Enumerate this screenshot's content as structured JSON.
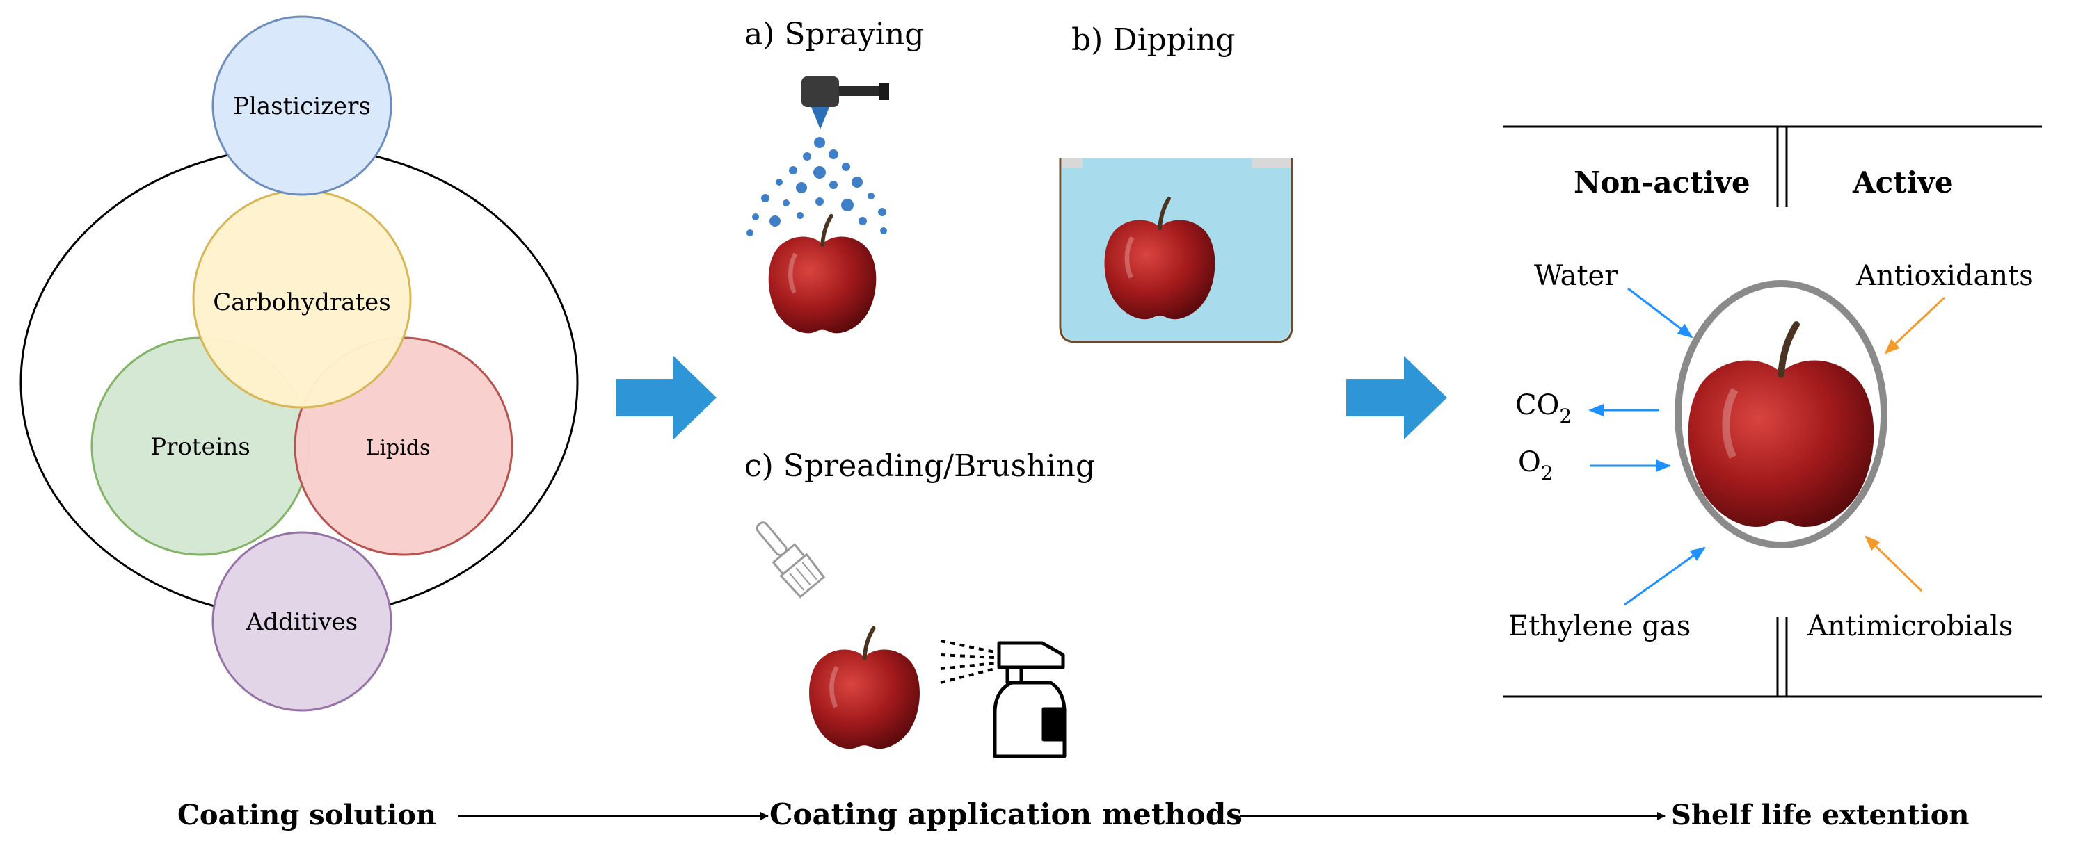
{
  "coating_solution": {
    "plasticizers": "Plasticizers",
    "carbohydrates": "Carbohydrates",
    "proteins": "Proteins",
    "lipids": "Lipids",
    "additives": "Additives"
  },
  "methods": {
    "spraying": "a) Spraying",
    "dipping": "b) Dipping",
    "spreading": "c) Spreading/Brushing"
  },
  "shelf_life": {
    "non_active": "Non-active",
    "active": "Active",
    "water": "Water",
    "co2_base": "CO",
    "co2_sub": "2",
    "o2_base": "O",
    "o2_sub": "2",
    "ethylene": "Ethylene gas",
    "antioxidants": "Antioxidants",
    "antimicrobials": "Antimicrobials"
  },
  "bottom_flow": {
    "coating_solution": "Coating solution",
    "coating_methods": "Coating application methods",
    "shelf_life": "Shelf life extention"
  },
  "colors": {
    "plasticizers_fill": "#dae8fc",
    "carbohydrates_fill": "#fff2cc",
    "proteins_fill": "#d5e8d4",
    "lipids_fill": "#f8cecc",
    "additives_fill": "#e1d5e7",
    "process_arrow": "#2e96d6",
    "blue_arrow": "#1e90ff",
    "orange_arrow": "#f39a2b",
    "dip_water": "#a8dbeb",
    "apple": "#a31a1c"
  }
}
